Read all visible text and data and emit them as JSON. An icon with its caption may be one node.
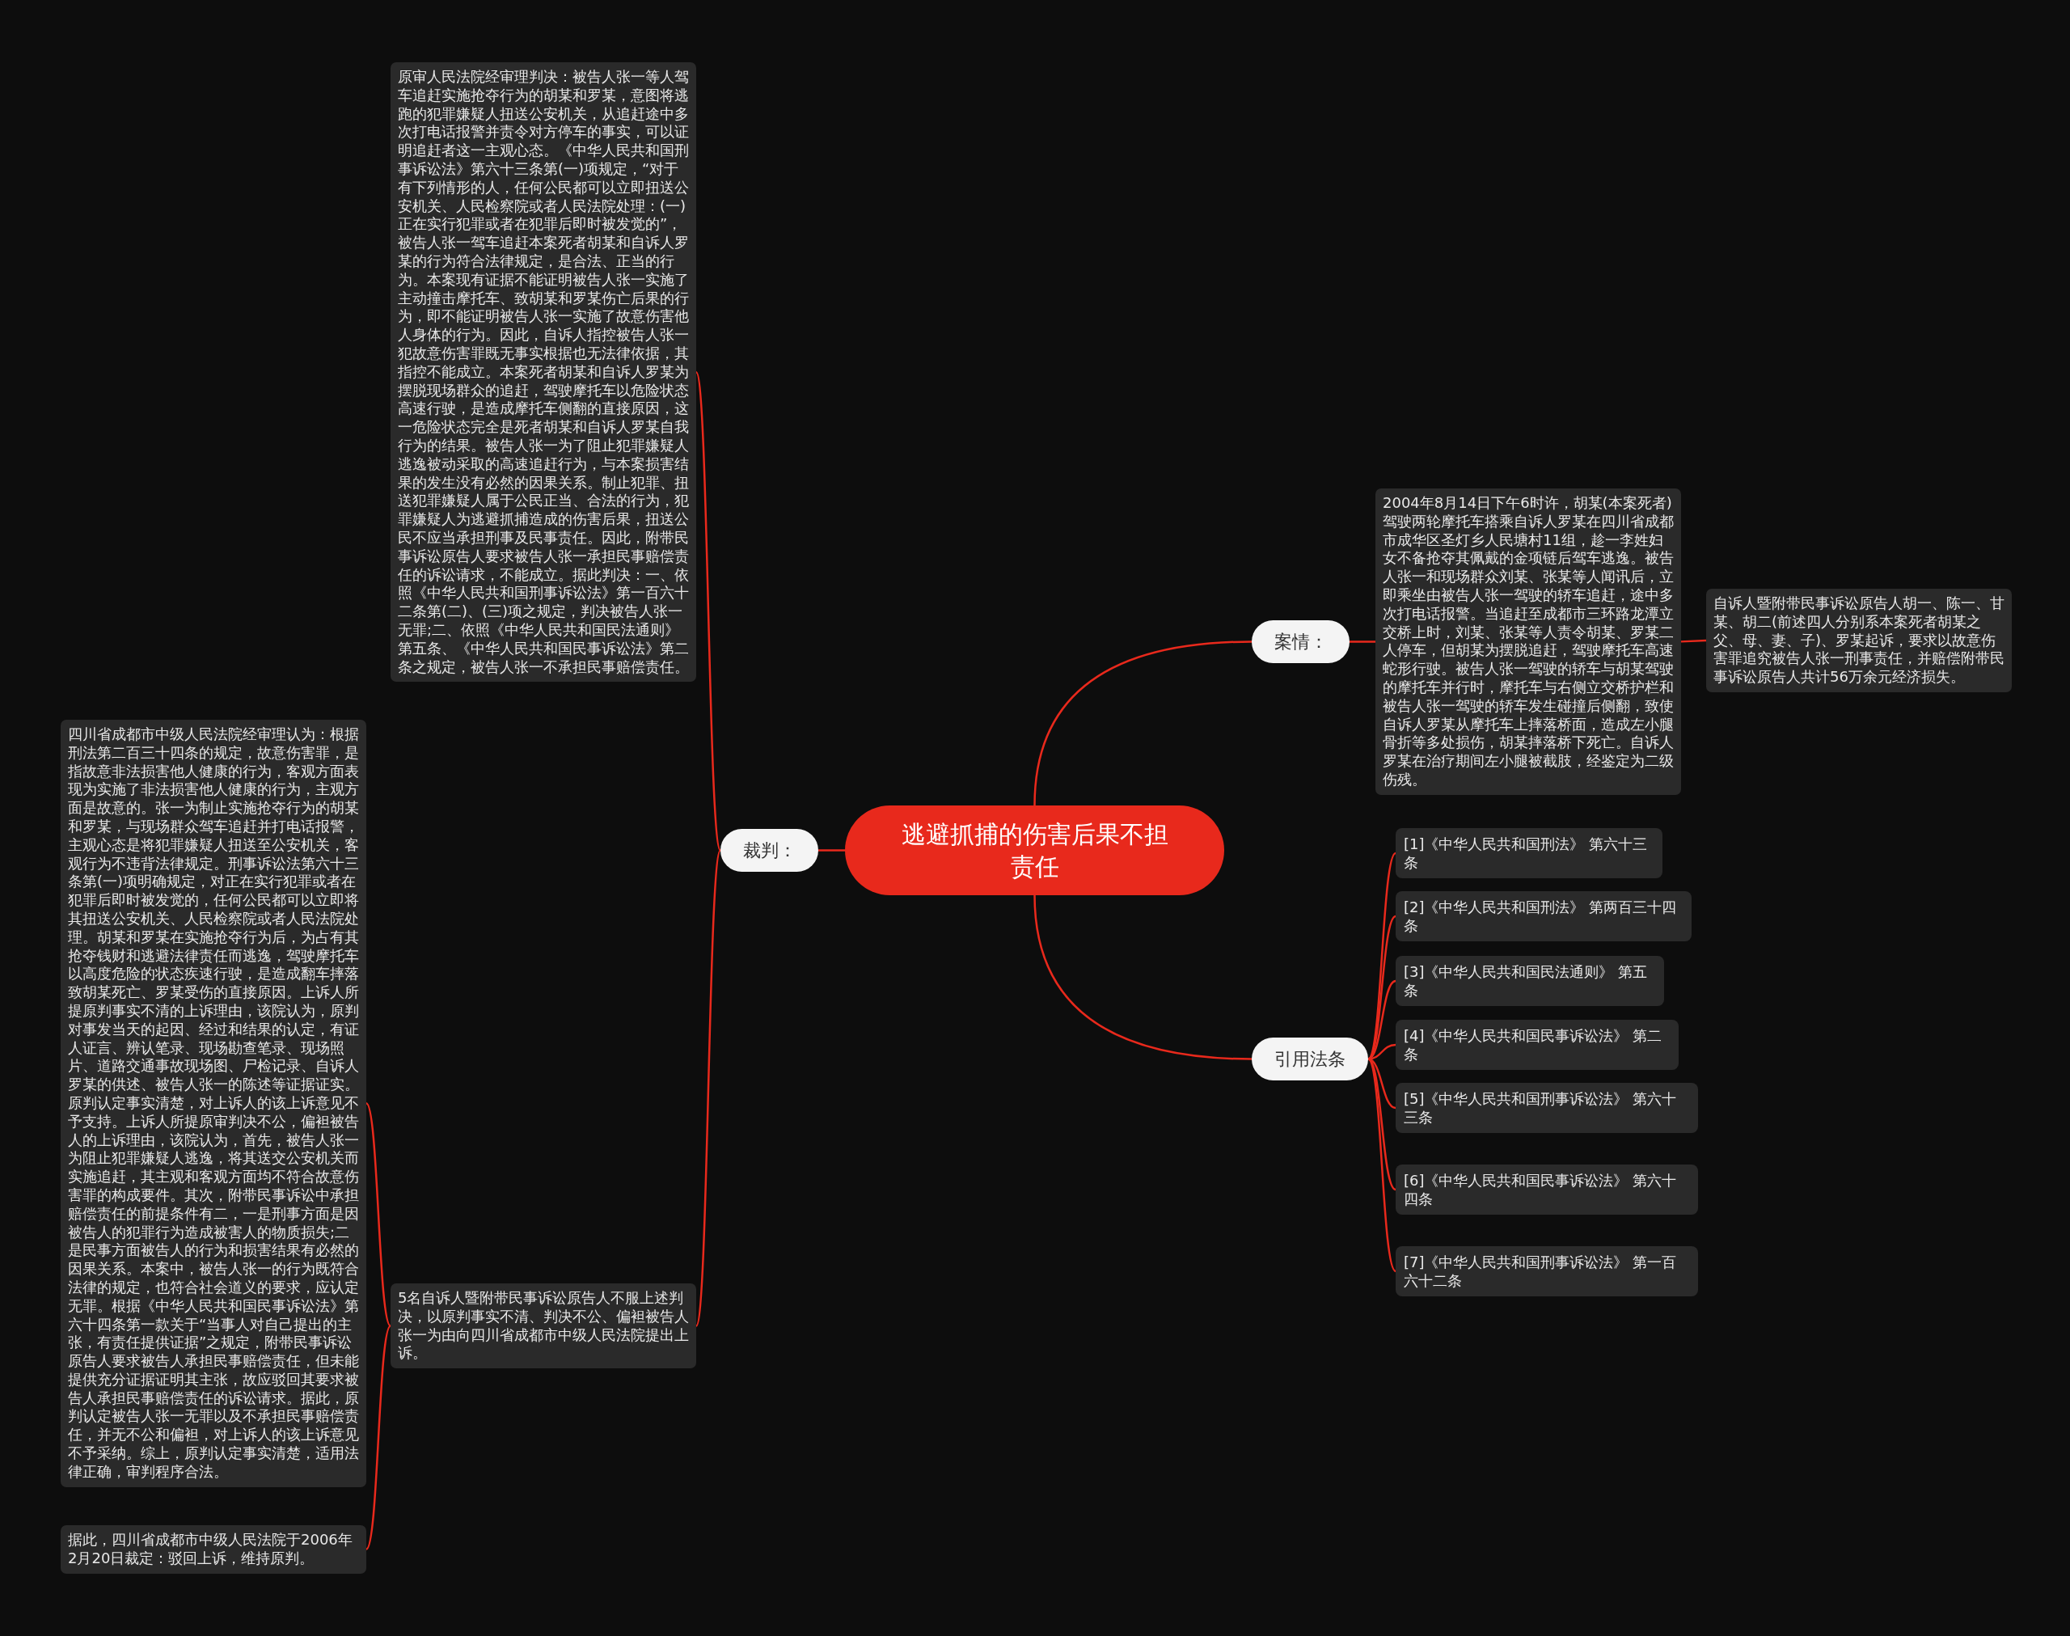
{
  "diagram": {
    "nodes": [
      {
        "text": [
          "逃避抓捕的伤害后果不担责任"
        ]
      },
      {
        "text": [
          "案情："
        ]
      },
      {
        "text": [
          "2004年8月14日下午6时许，胡某(本案死者)驾驶两轮摩托车搭乘自诉人罗某在四川省成都市成华区圣灯乡人民塘村11组，趁一李姓妇女不备抢夺其佩戴的金项链后驾车逃逸。被告人张一和现场群众刘某、张某等人闻讯后，立即乘坐由被告人张一驾驶的轿车追赶，途中多次打电话报警。当追赶至成都市三环路龙潭立交桥上时，刘某、张某等人责令胡某、罗某二人停车，但胡某为摆脱追赶，驾驶摩托车高速蛇形行驶。被告人张一驾驶的轿车与胡某驾驶的摩托车并行时，摩托车与右侧立交桥护栏和被告人张一驾驶的轿车发生碰撞后侧翻，致使自诉人罗某从摩托车上摔落桥面，造成左小腿骨折等多处损伤，胡某摔落桥下死亡。自诉人罗某在治疗期间左小腿被截肢，经鉴定为二级伤残。"
        ]
      },
      {
        "text": [
          "自诉人暨附带民事诉讼原告人胡一、陈一、甘某、胡二(前述四人分别系本案死者胡某之父、母、妻、子)、罗某起诉，要求以故意伤害罪追究被告人张一刑事责任，并赔偿附带民事诉讼原告人共计56万余元经济损失。"
        ]
      },
      {
        "text": [
          "裁判："
        ]
      },
      {
        "text": [
          "原审人民法院经审理判决：被告人张一等人驾车追赶实施抢夺行为的胡某和罗某，意图将逃跑的犯罪嫌疑人扭送公安机关，从追赶途中多次打电话报警并责令对方停车的事实，可以证明追赶者这一主观心态。《中华人民共和国刑事诉讼法》第六十三条第(一)项规定，“对于有下列情形的人，任何公民都可以立即扭送公安机关、人民检察院或者人民法院处理：(一)正在实行犯罪或者在犯罪后即时被发觉的”，被告人张一驾车追赶本案死者胡某和自诉人罗某的行为符合法律规定，是合法、正当的行为。本案现有证据不能证明被告人张一实施了主动撞击摩托车、致胡某和罗某伤亡后果的行为，即不能证明被告人张一实施了故意伤害他人身体的行为。因此，自诉人指控被告人张一犯故意伤害罪既无事实根据也无法律依据，其指控不能成立。本案死者胡某和自诉人罗某为摆脱现场群众的追赶，驾驶摩托车以危险状态高速行驶，是造成摩托车侧翻的直接原因，这一危险状态完全是死者胡某和自诉人罗某自我行为的结果。被告人张一为了阻止犯罪嫌疑人逃逸被动采取的高速追赶行为，与本案损害结果的发生没有必然的因果关系。制止犯罪、扭送犯罪嫌疑人属于公民正当、合法的行为，犯罪嫌疑人为逃避抓捕造成的伤害后果，扭送公民不应当承担刑事及民事责任。因此，附带民事诉讼原告人要求被告人张一承担民事赔偿责任的诉讼请求，不能成立。据此判决：一、依照《中华人民共和国刑事诉讼法》第一百六十二条第(二)、(三)项之规定，判决被告人张一无罪;二、依照《中华人民共和国民法通则》第五条、《中华人民共和国民事诉讼法》第二条之规定，被告人张一不承担民事赔偿责任。"
        ]
      },
      {
        "text": [
          "5名自诉人暨附带民事诉讼原告人不服上述判决，以原判事实不清、判决不公、偏袒被告人张一为由向四川省成都市中级人民法院提出上诉。"
        ]
      },
      {
        "text": [
          "四川省成都市中级人民法院经审理认为：根据刑法第二百三十四条的规定，故意伤害罪，是指故意非法损害他人健康的行为，客观方面表现为实施了非法损害他人健康的行为，主观方面是故意的。张一为制止实施抢夺行为的胡某和罗某，与现场群众驾车追赶并打电话报警，主观心态是将犯罪嫌疑人扭送至公安机关，客观行为不违背法律规定。刑事诉讼法第六十三条第(一)项明确规定，对正在实行犯罪或者在犯罪后即时被发觉的，任何公民都可以立即将其扭送公安机关、人民检察院或者人民法院处理。胡某和罗某在实施抢夺行为后，为占有其抢夺钱财和逃避法律责任而逃逸，驾驶摩托车以高度危险的状态疾速行驶，是造成翻车摔落致胡某死亡、罗某受伤的直接原因。上诉人所提原判事实不清的上诉理由，该院认为，原判对事发当天的起因、经过和结果的认定，有证人证言、辨认笔录、现场勘查笔录、现场照片、道路交通事故现场图、尸检记录、自诉人罗某的供述、被告人张一的陈述等证据证实。原判认定事实清楚，对上诉人的该上诉意见不予支持。上诉人所提原审判决不公，偏袒被告人的上诉理由，该院认为，首先，被告人张一为阻止犯罪嫌疑人逃逸，将其送交公安机关而实施追赶，其主观和客观方面均不符合故意伤害罪的构成要件。其次，附带民事诉讼中承担赔偿责任的前提条件有二，一是刑事方面是因被告人的犯罪行为造成被害人的物质损失;二是民事方面被告人的行为和损害结果有必然的因果关系。本案中，被告人张一的行为既符合法律的规定，也符合社会道义的要求，应认定无罪。根据《中华人民共和国民事诉讼法》第六十四条第一款关于“当事人对自己提出的主张，有责任提供证据”之规定，附带民事诉讼原告人要求被告人承担民事赔偿责任，但未能提供充分证据证明其主张，故应驳回其要求被告人承担民事赔偿责任的诉讼请求。据此，原判认定被告人张一无罪以及不承担民事赔偿责任，并无不公和偏袒，对上诉人的该上诉意见不予采纳。综上，原判认定事实清楚，适用法律正确，审判程序合法。"
        ]
      },
      {
        "text": [
          "据此，四川省成都市中级人民法院于2006年2月20日裁定：驳回上诉，维持原判。"
        ]
      },
      {
        "text": [
          "引用法条"
        ]
      },
      {
        "text": [
          "[1]《中华人民共和国刑法》 第六十三条"
        ]
      },
      {
        "text": [
          "[2]《中华人民共和国刑法》 第两百三十四条"
        ]
      },
      {
        "text": [
          "[3]《中华人民共和国民法通则》 第五条"
        ]
      },
      {
        "text": [
          "[4]《中华人民共和国民事诉讼法》 第二条"
        ]
      },
      {
        "text": [
          "[5]《中华人民共和国刑事诉讼法》 第六十三条"
        ]
      },
      {
        "text": [
          "[6]《中华人民共和国民事诉讼法》 第六十四条"
        ]
      },
      {
        "text": [
          "[7]《中华人民共和国刑事诉讼法》 第一百六十二条"
        ]
      }
    ],
    "edges": [
      {
        "from": 0,
        "to": 1,
        "arrow": "none"
      },
      {
        "from": 1,
        "to": 2,
        "arrow": "none"
      },
      {
        "from": 2,
        "to": 3,
        "arrow": "none"
      },
      {
        "from": 0,
        "to": 4,
        "arrow": "none"
      },
      {
        "from": 4,
        "to": 5,
        "arrow": "none"
      },
      {
        "from": 4,
        "to": 6,
        "arrow": "none"
      },
      {
        "from": 6,
        "to": 7,
        "arrow": "none"
      },
      {
        "from": 6,
        "to": 8,
        "arrow": "none"
      },
      {
        "from": 0,
        "to": 9,
        "arrow": "none"
      },
      {
        "from": 9,
        "to": 10,
        "arrow": "none"
      },
      {
        "from": 9,
        "to": 11,
        "arrow": "none"
      },
      {
        "from": 9,
        "to": 12,
        "arrow": "none"
      },
      {
        "from": 9,
        "to": 13,
        "arrow": "none"
      },
      {
        "from": 9,
        "to": 14,
        "arrow": "none"
      },
      {
        "from": 9,
        "to": 15,
        "arrow": "none"
      },
      {
        "from": 9,
        "to": 16,
        "arrow": "none"
      }
    ]
  }
}
